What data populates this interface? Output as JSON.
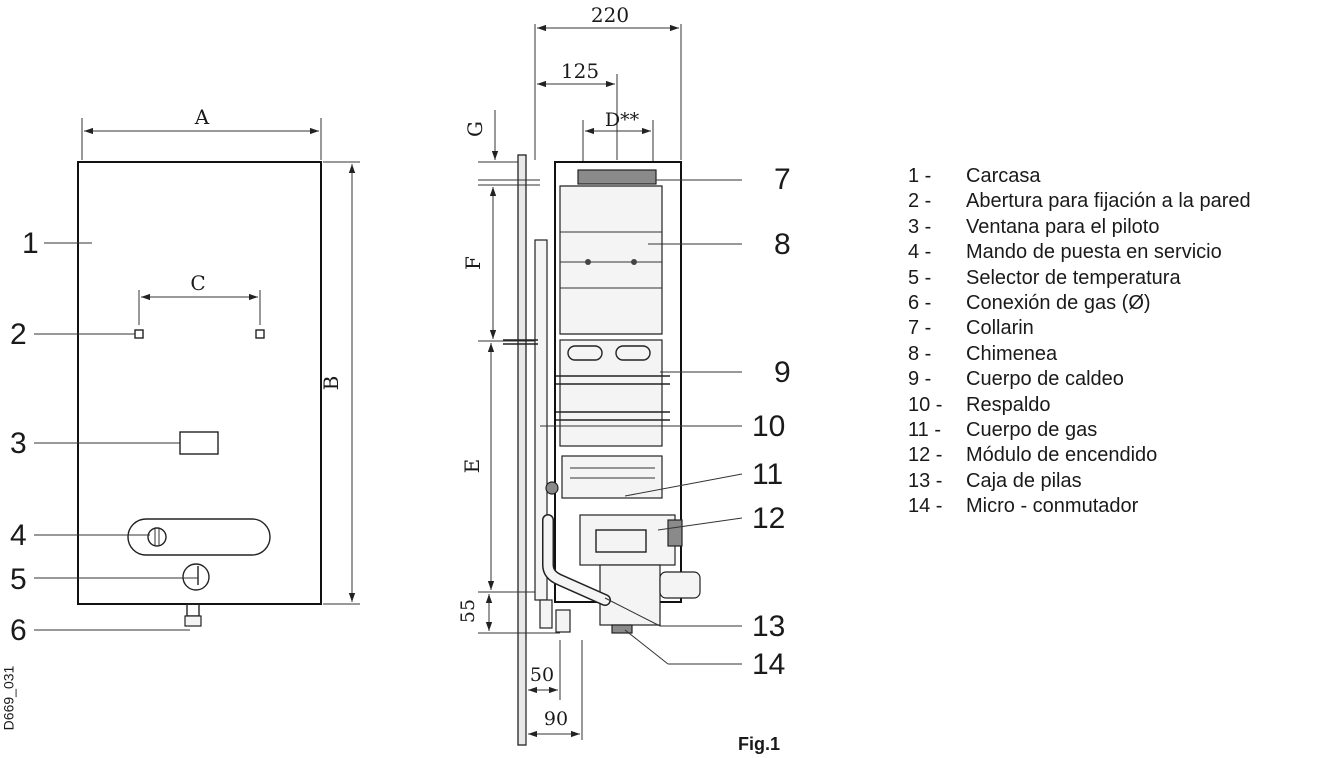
{
  "figure_caption": "Fig.1",
  "reference_code": "D669_031",
  "front_view": {
    "dimensions": {
      "width": "A",
      "height": "B",
      "fixing_spacing": "C"
    },
    "callouts": [
      "1",
      "2",
      "3",
      "4",
      "5",
      "6"
    ]
  },
  "side_view": {
    "dimensions": {
      "depth": "220",
      "flue_offset": "125",
      "flue_diameter": "D**",
      "top_gap": "G",
      "upper_height": "F",
      "lower_height": "E",
      "bottom_height": "55",
      "pipe_offset_1": "50",
      "pipe_offset_2": "90"
    },
    "callouts": [
      "7",
      "8",
      "9",
      "10",
      "11",
      "12",
      "13",
      "14"
    ]
  },
  "legend": [
    {
      "num": "1 -",
      "label": "Carcasa"
    },
    {
      "num": "2 -",
      "label": "Abertura para fijación a la  pared"
    },
    {
      "num": "3 -",
      "label": "Ventana para el piloto"
    },
    {
      "num": "4 -",
      "label": "Mando de puesta en servicio"
    },
    {
      "num": "5 -",
      "label": "Selector de temperatura"
    },
    {
      "num": "6 -",
      "label": "Conexión de gas (Ø)"
    },
    {
      "num": "7 -",
      "label": "Collarin"
    },
    {
      "num": "8 -",
      "label": "Chimenea"
    },
    {
      "num": "9 -",
      "label": "Cuerpo de caldeo"
    },
    {
      "num": "10 -",
      "label": "Respaldo"
    },
    {
      "num": "11 -",
      "label": "Cuerpo de  gas"
    },
    {
      "num": "12 -",
      "label": "Módulo de encendido"
    },
    {
      "num": "13 -",
      "label": "Caja de pilas"
    },
    {
      "num": "14 -",
      "label": "Micro - conmutador"
    }
  ]
}
